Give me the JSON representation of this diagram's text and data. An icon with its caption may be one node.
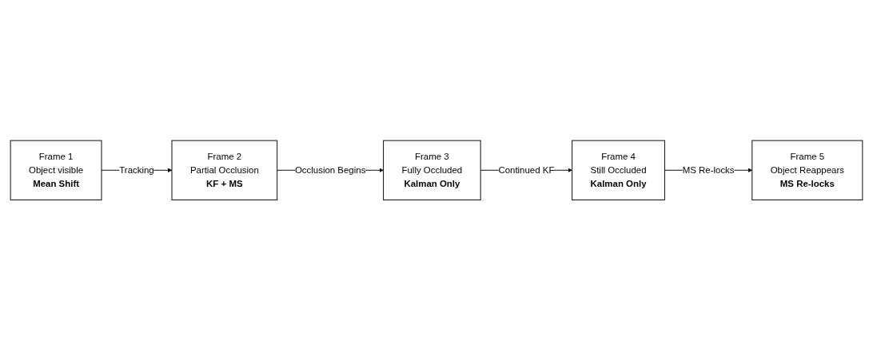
{
  "diagram": {
    "nodes": [
      {
        "text": [
          "Frame 1",
          "Object visible",
          "Mean Shift"
        ]
      },
      {
        "text": [
          "Frame 2",
          "Partial Occlusion",
          "KF + MS"
        ]
      },
      {
        "text": [
          "Frame 3",
          "Fully Occluded",
          "Kalman Only"
        ]
      },
      {
        "text": [
          "Frame 4",
          "Still Occluded",
          "Kalman Only"
        ]
      },
      {
        "text": [
          "Frame 5",
          "Object Reappears",
          "MS Re-locks"
        ]
      }
    ],
    "edges": [
      {
        "from": 0,
        "to": 1,
        "arrow": "to",
        "label": "Tracking"
      },
      {
        "from": 1,
        "to": 2,
        "arrow": "to",
        "label": "Occlusion Begins"
      },
      {
        "from": 2,
        "to": 3,
        "arrow": "to",
        "label": "Continued KF"
      },
      {
        "from": 3,
        "to": 4,
        "arrow": "to",
        "label": "MS Re-locks"
      }
    ]
  }
}
